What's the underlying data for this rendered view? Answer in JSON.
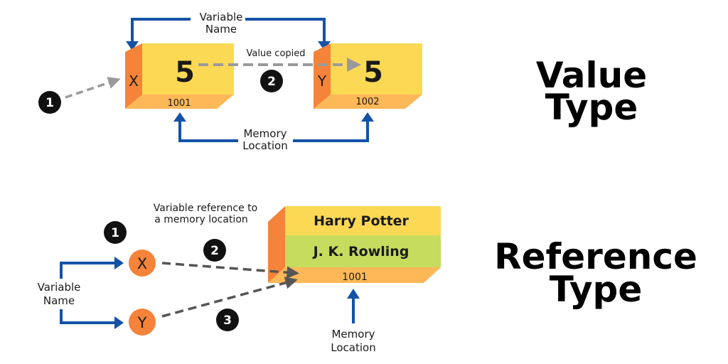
{
  "value_type": {
    "title_line1": "Value",
    "title_line2": "Type",
    "variable_name_line1": "Variable",
    "variable_name_line2": "Name",
    "memory_location_line1": "Memory",
    "memory_location_line2": "Location",
    "value_copied": "Value copied",
    "box_x": {
      "name": "X",
      "value": "5",
      "address": "1001"
    },
    "box_y": {
      "name": "Y",
      "value": "5",
      "address": "1002"
    },
    "step1": "1",
    "step2": "2"
  },
  "reference_type": {
    "title_line1": "Reference",
    "title_line2": "Type",
    "ref_label_line1": "Variable reference to",
    "ref_label_line2": "a memory location",
    "row1": "Harry Potter",
    "row2": "J. K. Rowling",
    "address": "1001",
    "var_x": "X",
    "var_y": "Y",
    "variable_name_line1": "Variable",
    "variable_name_line2": "Name",
    "memory_location_line1": "Memory",
    "memory_location_line2": "Location",
    "step1": "1",
    "step2": "2",
    "step3": "3"
  },
  "colors": {
    "box_face": "#fbd955",
    "box_side": "#f5833a",
    "box_bottom": "#fdb857",
    "green_row": "#c5dc5e",
    "blue_arrow": "#1452a8",
    "gray_arrow": "#8a8a8a",
    "orange_circle": "#f5833a"
  }
}
